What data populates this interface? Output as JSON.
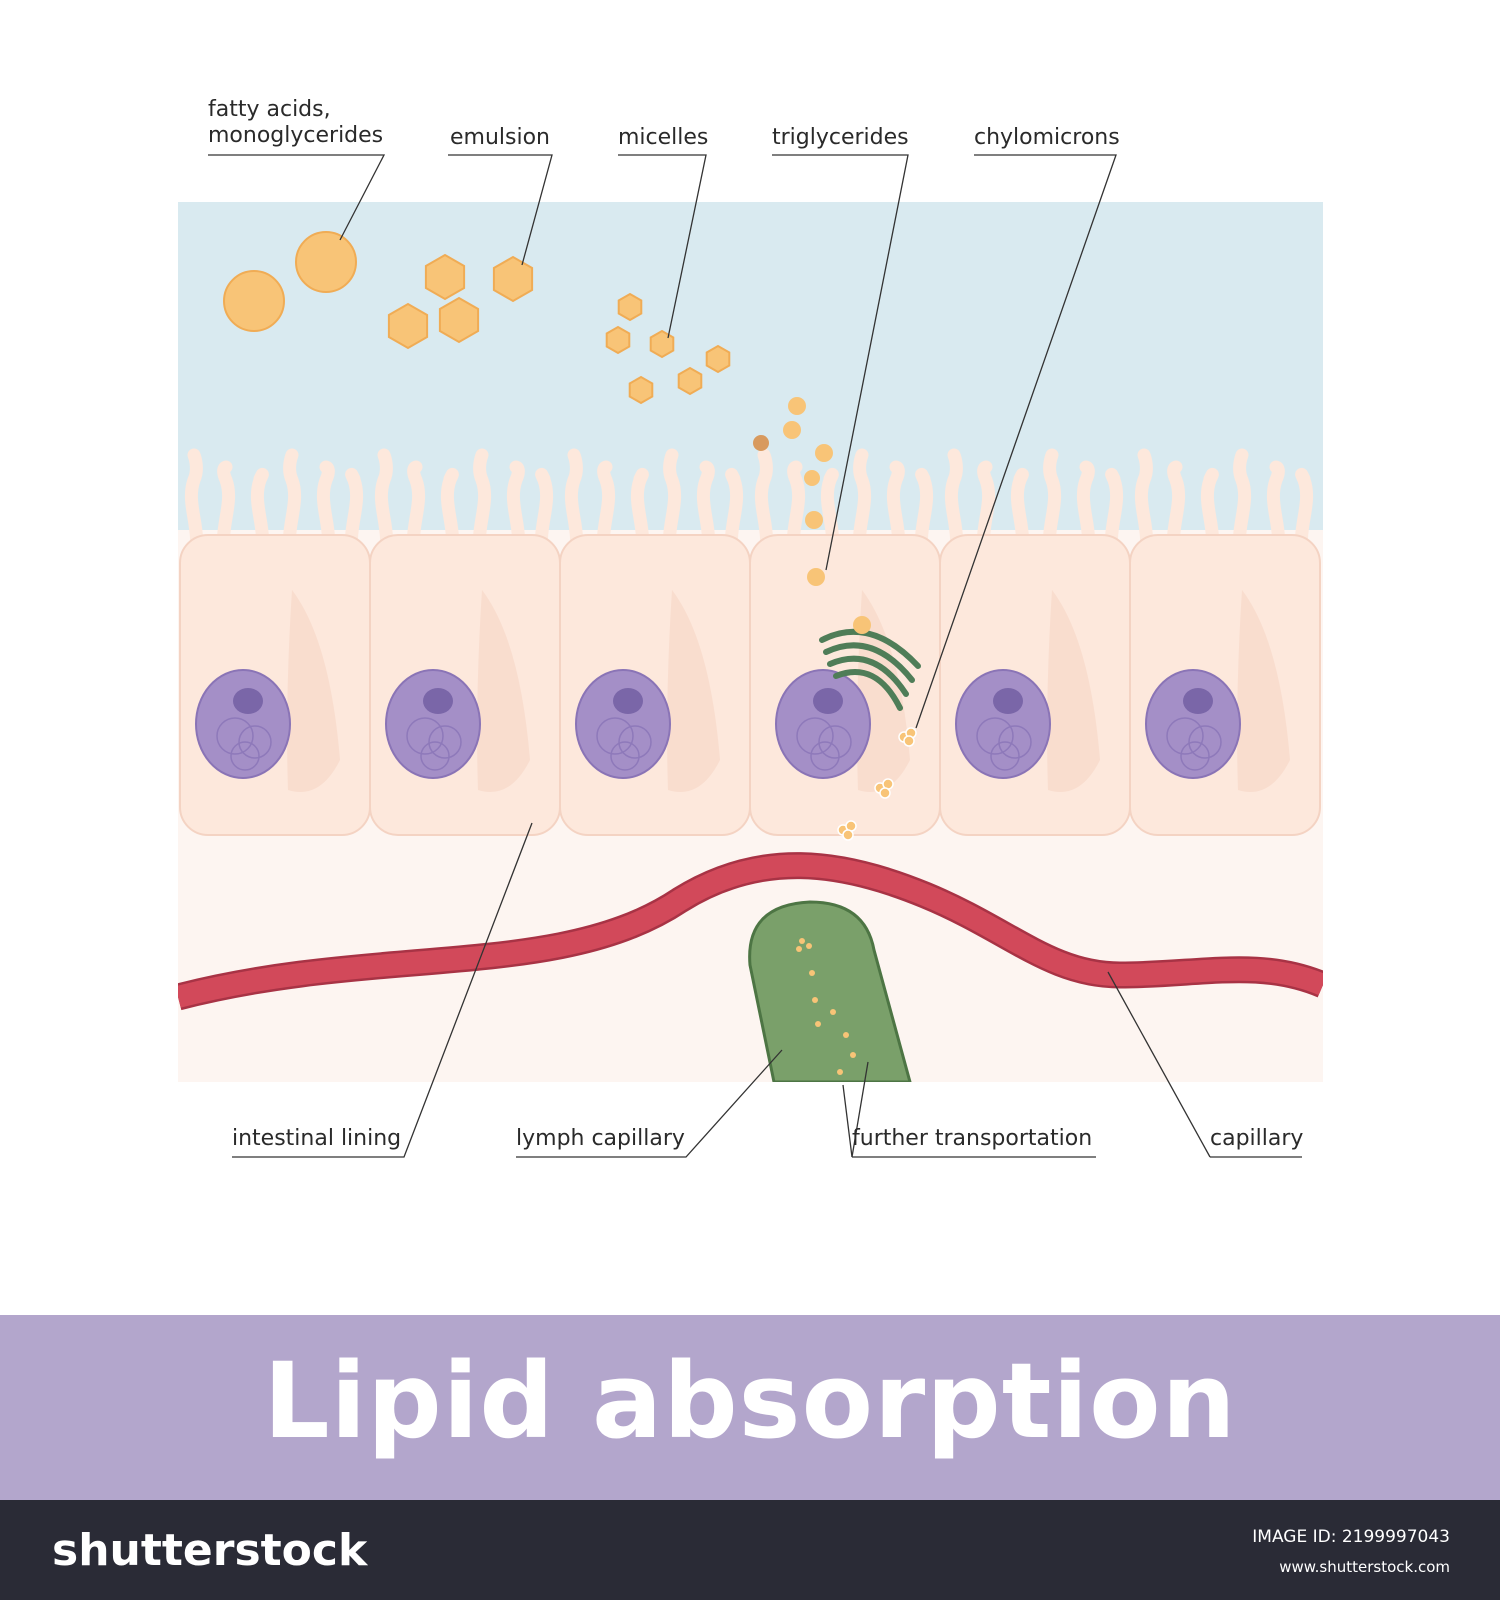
{
  "title": "Lipid absorption",
  "labels": {
    "fatty_acids_line1": "fatty acids,",
    "fatty_acids_line2": "monoglycerides",
    "emulsion": "emulsion",
    "micelles": "micelles",
    "triglycerides": "triglycerides",
    "chylomicrons": "chylomicrons",
    "intestinal_lining": "intestinal lining",
    "lymph_capillary": "lymph capillary",
    "further_transportation": "further transportation",
    "capillary": "capillary"
  },
  "footer": {
    "brand": "shutterstock",
    "image_id": "IMAGE ID: 2199997043",
    "site": "www.shutterstock.com"
  },
  "colors": {
    "lumen": "#d9eaf0",
    "cell": "#fde8dc",
    "tissue": "#fdf5f1",
    "nucleus": "#a48fc7",
    "nucleolus": "#7a66a8",
    "fat": "#f8c477",
    "golgi": "#4f7d58",
    "blood_capillary": "#d2495a",
    "lymph_capillary": "#7aa06a",
    "title_band": "#b3a6cc",
    "footer_bar": "#2a2b36"
  }
}
